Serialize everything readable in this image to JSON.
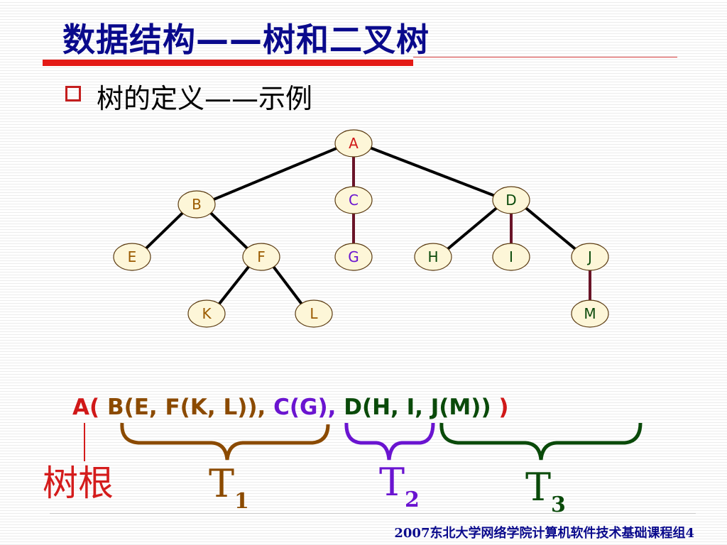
{
  "title": "数据结构——树和二叉树",
  "bullet": "树的定义——示例",
  "tree": {
    "nodes": [
      {
        "id": "A",
        "color": "#d01818"
      },
      {
        "id": "B",
        "color": "#9a5a00"
      },
      {
        "id": "C",
        "color": "#6a14d0"
      },
      {
        "id": "D",
        "color": "#0a4a0a"
      },
      {
        "id": "E",
        "color": "#9a5a00"
      },
      {
        "id": "F",
        "color": "#9a5a00"
      },
      {
        "id": "G",
        "color": "#6a14d0"
      },
      {
        "id": "H",
        "color": "#0a4a0a"
      },
      {
        "id": "I",
        "color": "#0a4a0a"
      },
      {
        "id": "J",
        "color": "#0a4a0a"
      },
      {
        "id": "K",
        "color": "#9a5a00"
      },
      {
        "id": "L",
        "color": "#9a5a00"
      },
      {
        "id": "M",
        "color": "#0a4a0a"
      }
    ],
    "edges": [
      [
        "A",
        "B"
      ],
      [
        "A",
        "C"
      ],
      [
        "A",
        "D"
      ],
      [
        "B",
        "E"
      ],
      [
        "B",
        "F"
      ],
      [
        "C",
        "G"
      ],
      [
        "D",
        "H"
      ],
      [
        "D",
        "I"
      ],
      [
        "D",
        "J"
      ],
      [
        "F",
        "K"
      ],
      [
        "F",
        "L"
      ],
      [
        "J",
        "M"
      ]
    ],
    "node_fill": "#fdf6d8",
    "node_stroke": "#5a3a10",
    "edge_color": "#000000",
    "edge_color_single": "#6a1428"
  },
  "expression": {
    "open": "A(",
    "part1": " B(E, F(K, L)),",
    "part2": " C(G),",
    "part3": " D(H, I, J(M))",
    "close": " )"
  },
  "subtrees": [
    {
      "letter": "T",
      "sub": "1",
      "color": "#8b4a00"
    },
    {
      "letter": "T",
      "sub": "2",
      "color": "#6a14d0"
    },
    {
      "letter": "T",
      "sub": "3",
      "color": "#0a4a0a"
    }
  ],
  "root_label": "树根",
  "footer": "2007东北大学网络学院计算机软件技术基础课程组4",
  "colors": {
    "root": "#d01818",
    "t1": "#8b4a00",
    "t2": "#6a14d0",
    "t3": "#0a4a0a",
    "title": "#0a0a8c"
  }
}
